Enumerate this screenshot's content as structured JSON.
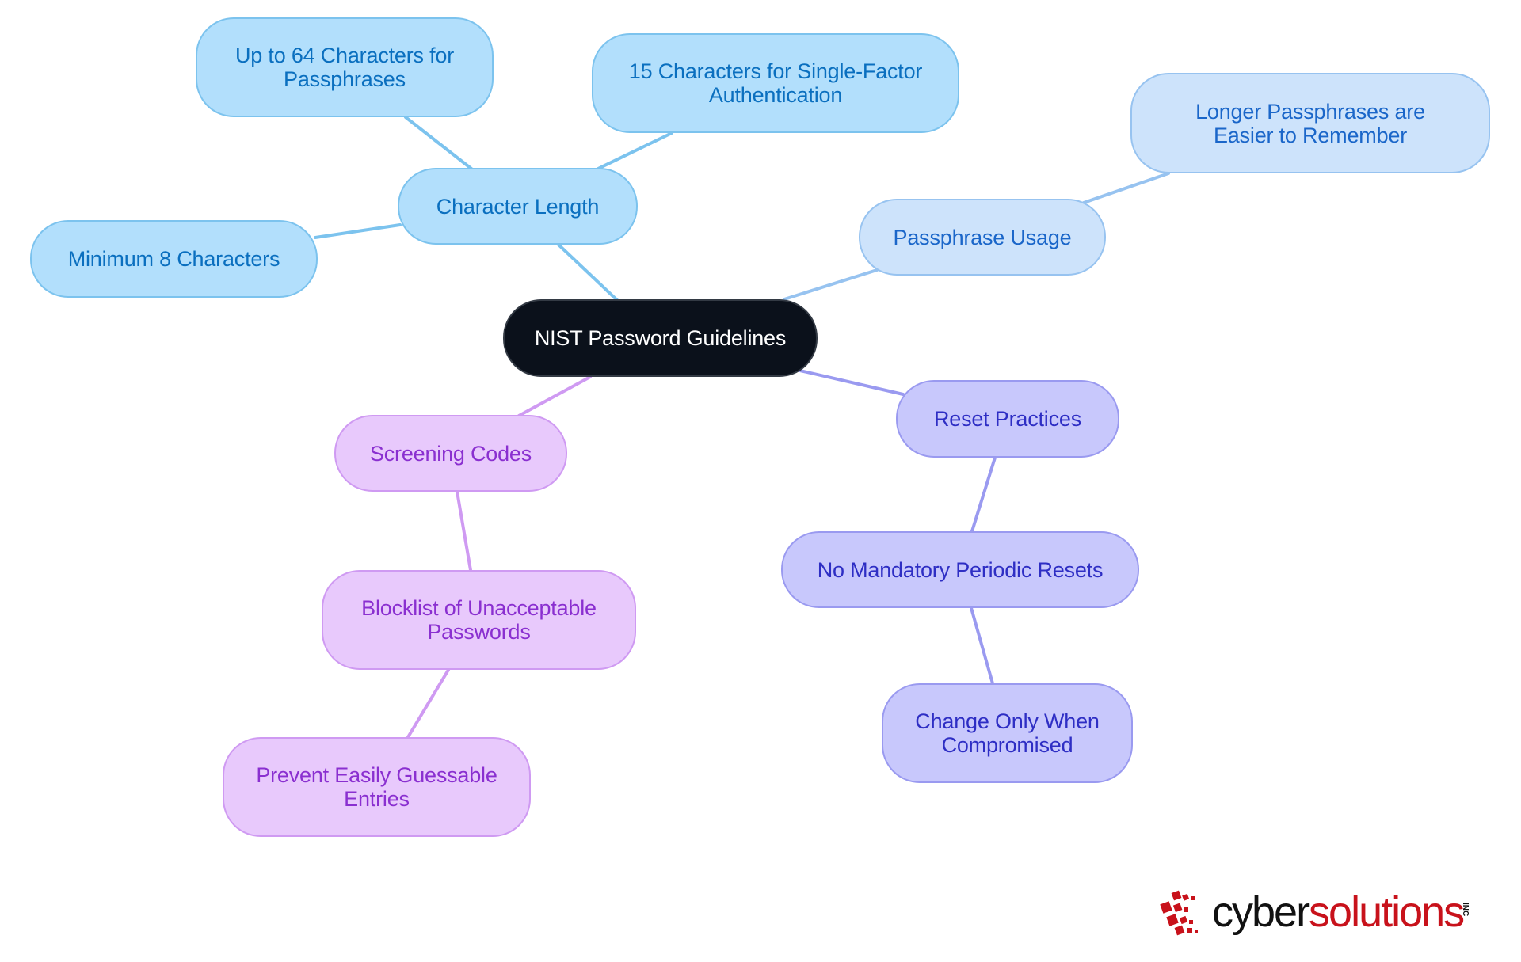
{
  "diagram": {
    "type": "mind-map",
    "root": {
      "id": "root",
      "label": "NIST Password Guidelines"
    },
    "nodes": [
      {
        "id": "char_len",
        "label": "Character Length",
        "parent": "root",
        "color": "#b2dffc"
      },
      {
        "id": "min8",
        "label": "Minimum 8 Characters",
        "parent": "char_len",
        "color": "#b2dffc"
      },
      {
        "id": "up64",
        "label": "Up to 64 Characters for Passphrases",
        "parent": "char_len",
        "color": "#b2dffc"
      },
      {
        "id": "c15",
        "label": "15 Characters for Single-Factor Authentication",
        "parent": "char_len",
        "color": "#b2dffc"
      },
      {
        "id": "passphrase",
        "label": "Passphrase Usage",
        "parent": "root",
        "color": "#cde3fb"
      },
      {
        "id": "longer",
        "label": "Longer Passphrases are Easier to Remember",
        "parent": "passphrase",
        "color": "#cde3fb"
      },
      {
        "id": "reset",
        "label": "Reset Practices",
        "parent": "root",
        "color": "#c8c8fc"
      },
      {
        "id": "nomand",
        "label": "No Mandatory Periodic Resets",
        "parent": "reset",
        "color": "#c8c8fc"
      },
      {
        "id": "change",
        "label": "Change Only When Compromised",
        "parent": "nomand",
        "color": "#c8c8fc"
      },
      {
        "id": "screen",
        "label": "Screening Codes",
        "parent": "root",
        "color": "#e8c9fc"
      },
      {
        "id": "block",
        "label": "Blocklist of Unacceptable Passwords",
        "parent": "screen",
        "color": "#e8c9fc"
      },
      {
        "id": "prevent",
        "label": "Prevent Easily Guessable Entries",
        "parent": "block",
        "color": "#e8c9fc"
      }
    ]
  },
  "labels": {
    "root": "NIST Password Guidelines",
    "char_len": "Character Length",
    "min8": "Minimum 8 Characters",
    "up64": "Up to 64 Characters for Passphrases",
    "c15": "15 Characters for Single-Factor Authentication",
    "passphrase": "Passphrase Usage",
    "longer": "Longer Passphrases are Easier to Remember",
    "reset": "Reset Practices",
    "nomand": "No Mandatory Periodic Resets",
    "change": "Change Only When Compromised",
    "screen": "Screening Codes",
    "block": "Blocklist of Unacceptable Passwords",
    "prevent": "Prevent Easily Guessable Entries"
  },
  "logo": {
    "word1": "cyber",
    "word2": "solutions",
    "suffix": "INC",
    "brand_red": "#c8121b",
    "brand_black": "#111111"
  },
  "colors": {
    "blue_edge": "#7cc3ee",
    "lightblue_edge": "#97c3f0",
    "indigo_edge": "#9a9af0",
    "purple_edge": "#cf9af2"
  }
}
